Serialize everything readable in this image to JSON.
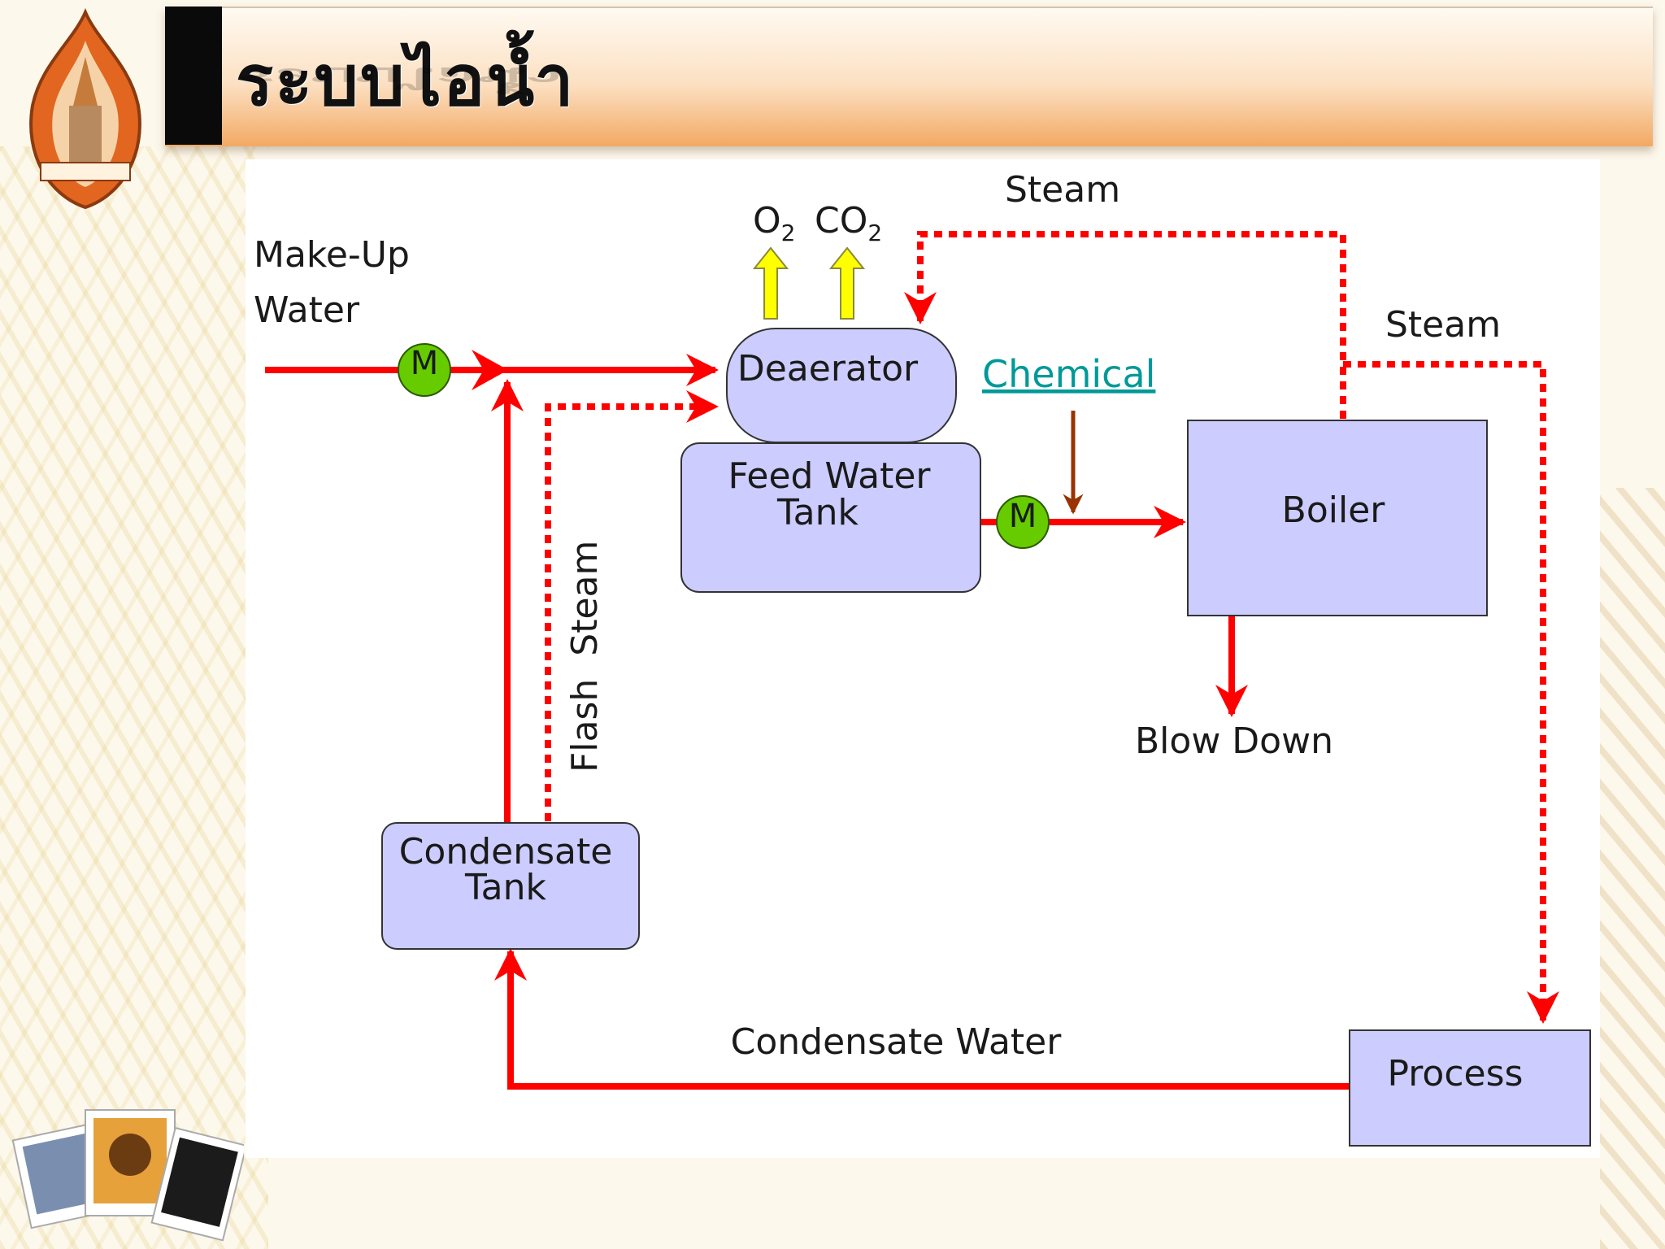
{
  "title": "ระบบไอน้ำ",
  "labels": {
    "makeup_line1": "Make-Up",
    "makeup_line2": "Water",
    "o2": "O",
    "o2_sub": "2",
    "co2": "CO",
    "co2_sub": "2",
    "steam_top": "Steam",
    "steam_right": "Steam",
    "chemical": "Chemical",
    "flash_steam": "Flash  Steam",
    "blow_down": "Blow Down",
    "condensate_water": "Condensate Water",
    "pump_symbol": "M"
  },
  "boxes": {
    "deaerator": "Deaerator",
    "feed_water_tank_1": "Feed Water",
    "feed_water_tank_2": "Tank",
    "boiler": "Boiler",
    "condensate_tank_1": "Condensate",
    "condensate_tank_2": "Tank",
    "process": "Process"
  },
  "colors": {
    "flow_line": "#ff0000",
    "box_fill": "#ccccff",
    "pump_fill": "#66cc00",
    "gas_arrow": "#ffff00",
    "chemical_arrow": "#993300",
    "chemical_text": "#009999"
  }
}
